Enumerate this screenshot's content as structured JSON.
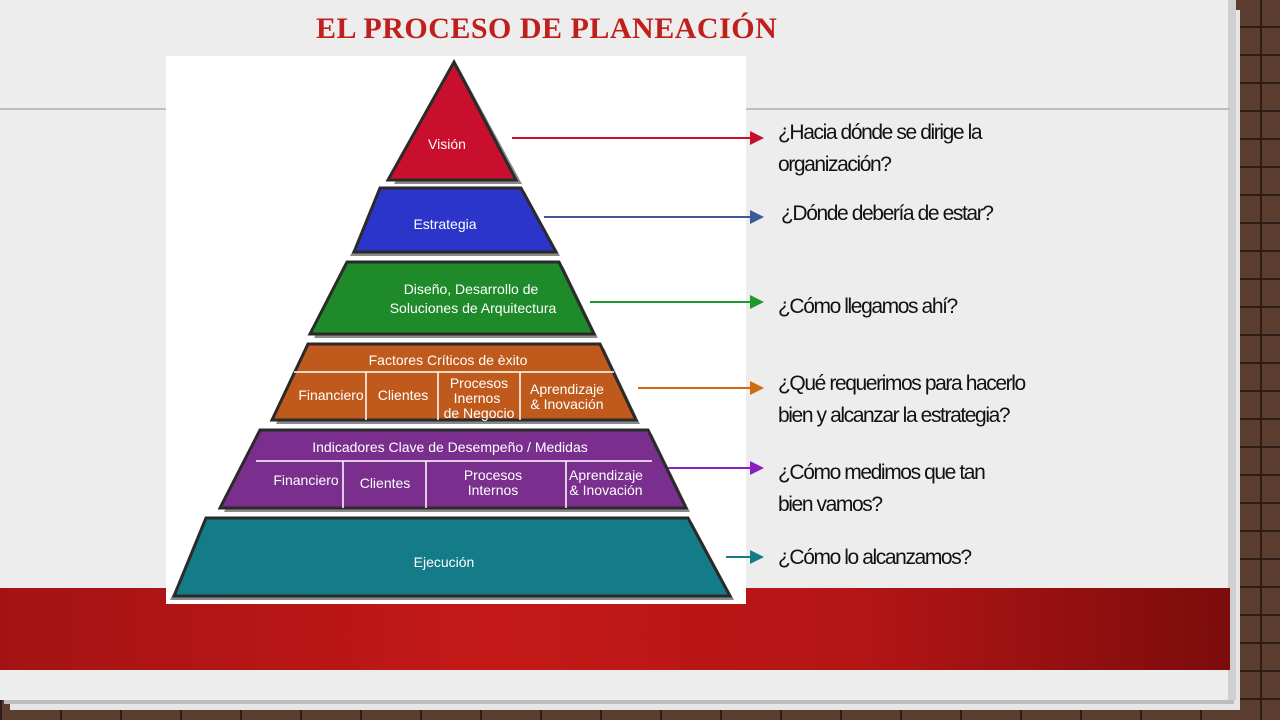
{
  "title": "EL PROCESO DE PLANEACIÓN",
  "pyramid": {
    "vision": "Visión",
    "estrategia": "Estrategia",
    "diseno": [
      "Diseño, Desarrollo de",
      "Soluciones de Arquitectura"
    ],
    "factores": {
      "header": "Factores Críticos de èxito",
      "c1": "Financiero",
      "c2": "Clientes",
      "c3": [
        "Procesos",
        "Inernos",
        "de Negocio"
      ],
      "c4": [
        "Aprendizaje",
        "& Inovación"
      ]
    },
    "indicadores": {
      "header": "Indicadores Clave de Desempeño / Medidas",
      "c1": "Financiero",
      "c2": "Clientes",
      "c3": [
        "Procesos",
        "Internos"
      ],
      "c4": [
        "Aprendizaje",
        "& Inovación"
      ]
    },
    "ejecucion": "Ejecución"
  },
  "questions": {
    "q1": [
      "¿Hacia dónde se dirige la",
      "organización?"
    ],
    "q2": "¿Dónde debería de estar?",
    "q3": "¿Cómo llegamos ahí?",
    "q4": [
      "¿Qué requerimos para hacerlo",
      "bien  y alcanzar la estrategia?"
    ],
    "q5": [
      "¿Cómo medimos que tan",
      "bien vamos?"
    ],
    "q6": "¿Cómo lo alcanzamos?"
  },
  "colors": {
    "vision": "#c8102e",
    "estrategia": "#2b35c9",
    "diseno": "#1e8a2a",
    "factores": "#c05a1c",
    "indicadores": "#7a2f8f",
    "ejecucion": "#137c88",
    "arrow1": "#c8102e",
    "arrow2": "#3a5a9a",
    "arrow3": "#1e9a2a",
    "arrow4": "#d06a10",
    "arrow5": "#8a1fc0",
    "arrow6": "#137c88"
  }
}
